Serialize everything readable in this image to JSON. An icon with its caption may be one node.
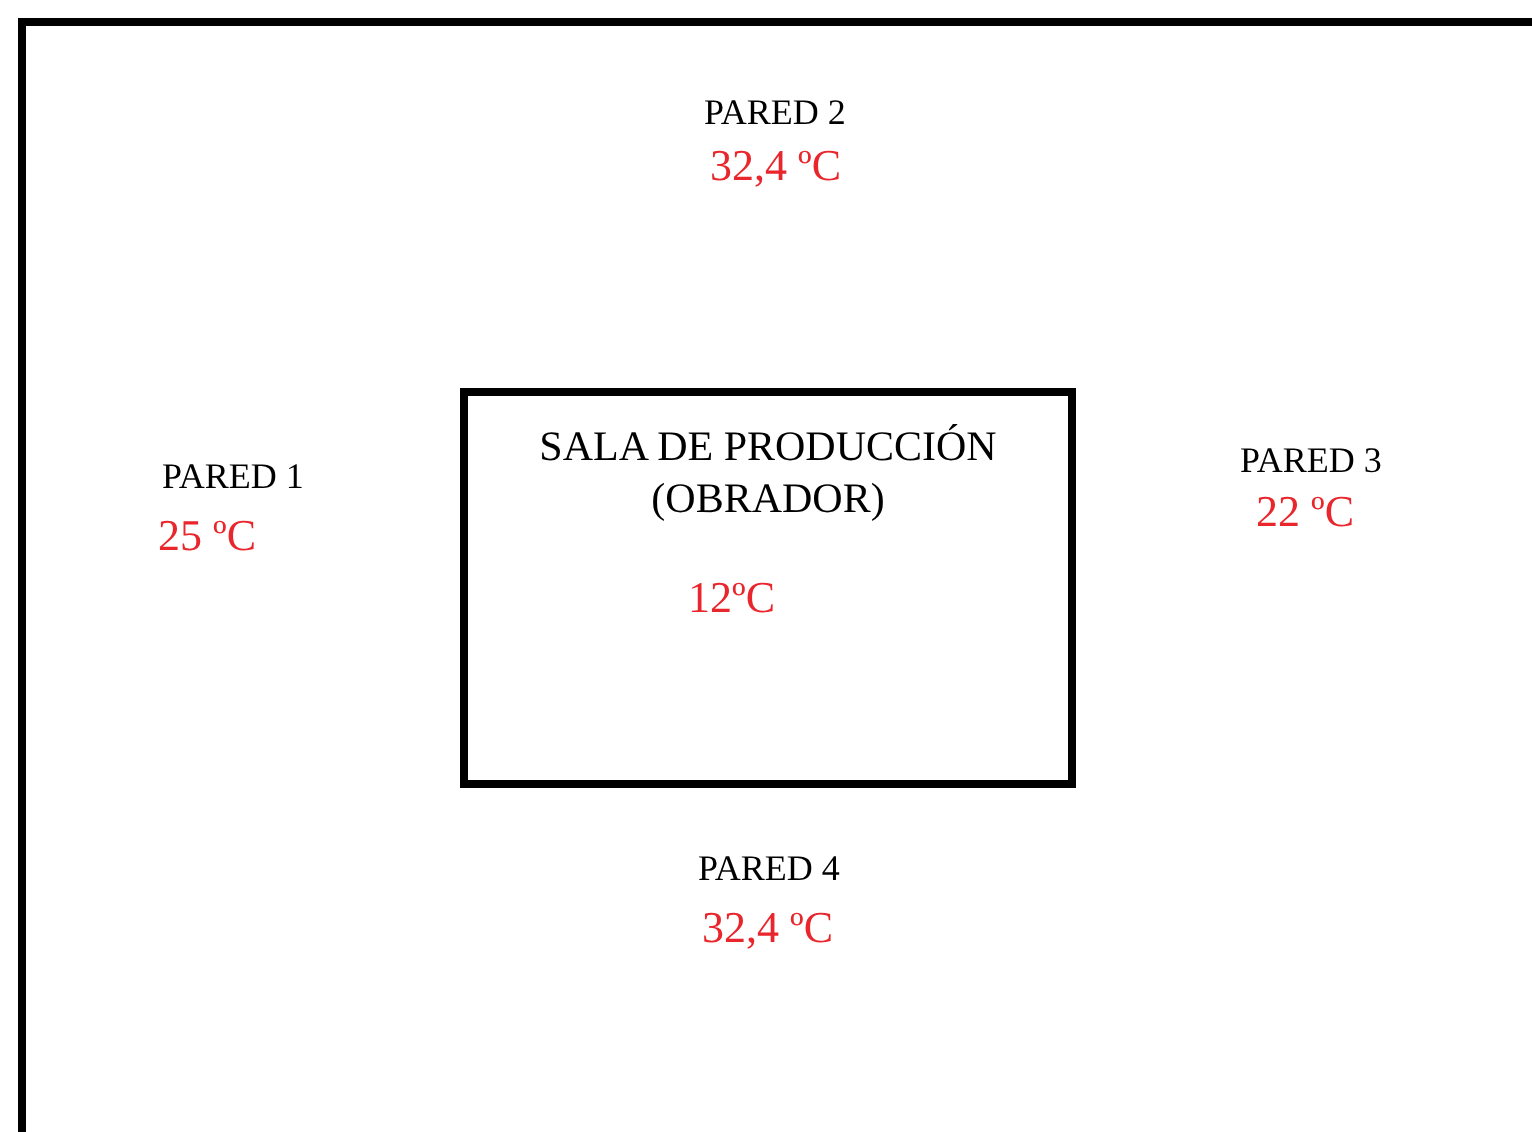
{
  "diagram": {
    "nodes": [
      {
        "text": [
          "SALA DE PRODUCCIÓN (OBRADOR)",
          "12ºC"
        ]
      }
    ],
    "labels": [
      "PARED 2",
      "32,4 ºC",
      "PARED 1",
      "25 ºC",
      "PARED 3",
      "22 ºC",
      "PARED 4",
      "32,4 ºC"
    ]
  }
}
